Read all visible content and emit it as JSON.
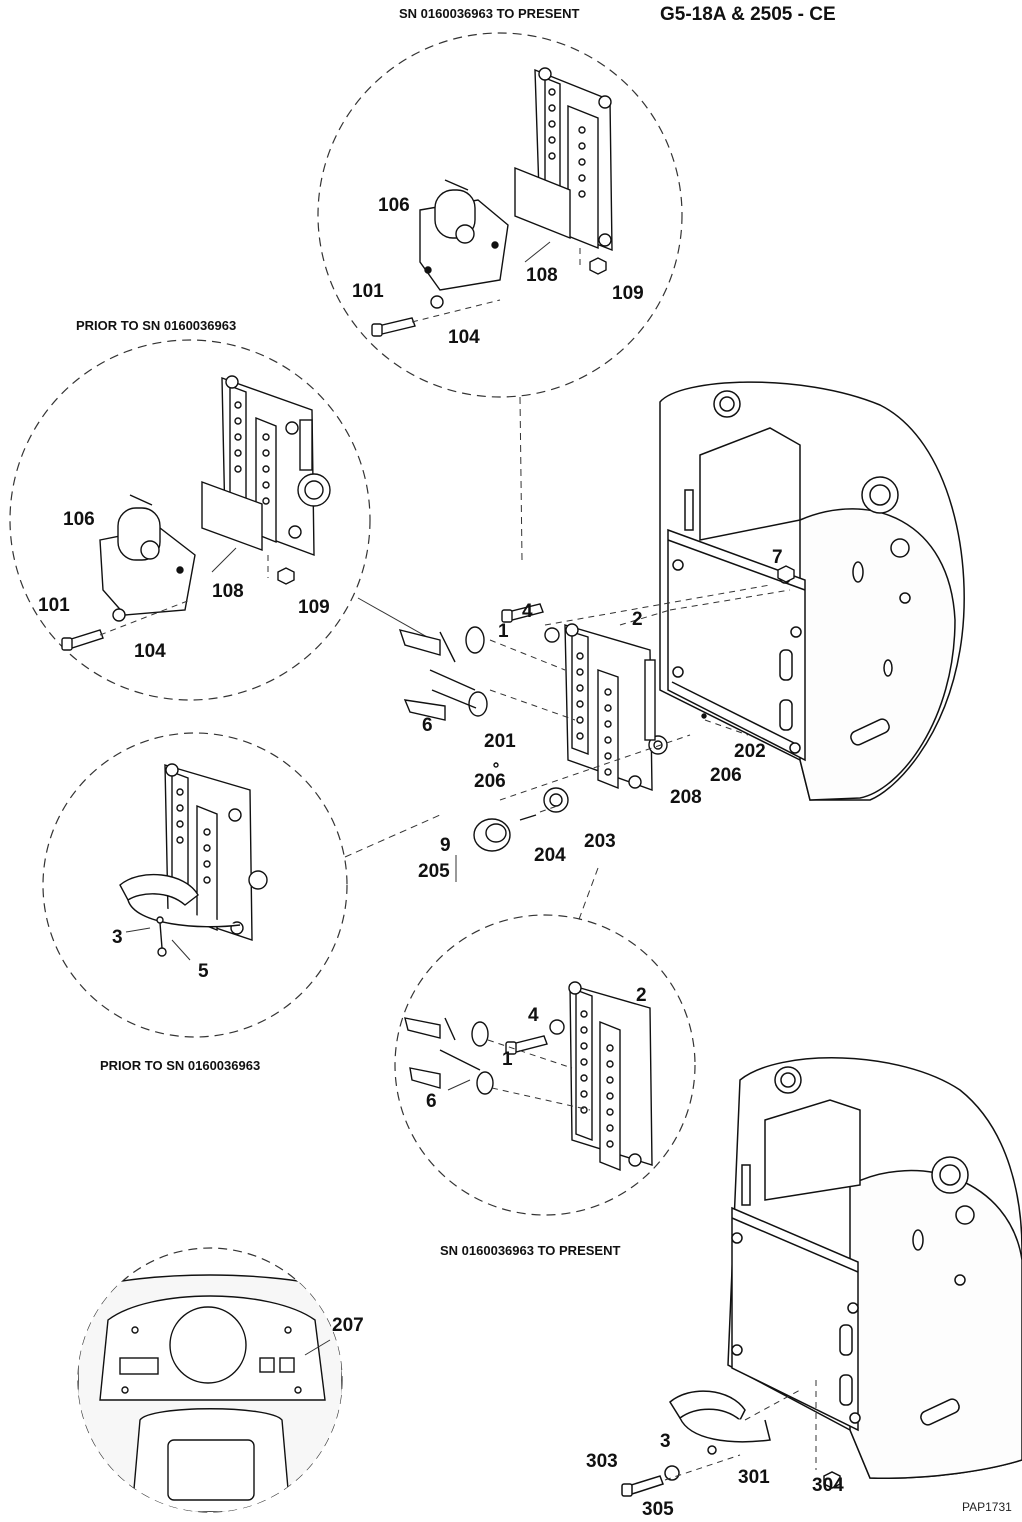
{
  "header": {
    "model": "G5-18A & 2505 - CE"
  },
  "sections": {
    "top_detail": "SN 0160036963 TO PRESENT",
    "left_detail": "PRIOR TO SN 0160036963",
    "lower_left_detail": "PRIOR TO SN 0160036963",
    "lower_detail": "SN 0160036963 TO PRESENT"
  },
  "callouts": {
    "top": [
      "106",
      "101",
      "104",
      "108",
      "109"
    ],
    "left": [
      "106",
      "101",
      "104",
      "108",
      "109"
    ],
    "main": [
      "1",
      "4",
      "2",
      "7",
      "6",
      "201",
      "206",
      "202",
      "206",
      "208",
      "9",
      "205",
      "204",
      "203"
    ],
    "lower_left": [
      "3",
      "5"
    ],
    "lower": [
      "1",
      "4",
      "2",
      "6"
    ],
    "dash": [
      "207"
    ],
    "bottom": [
      "303",
      "3",
      "301",
      "304",
      "305"
    ]
  },
  "footer": {
    "doc_id": "PAP1731"
  }
}
